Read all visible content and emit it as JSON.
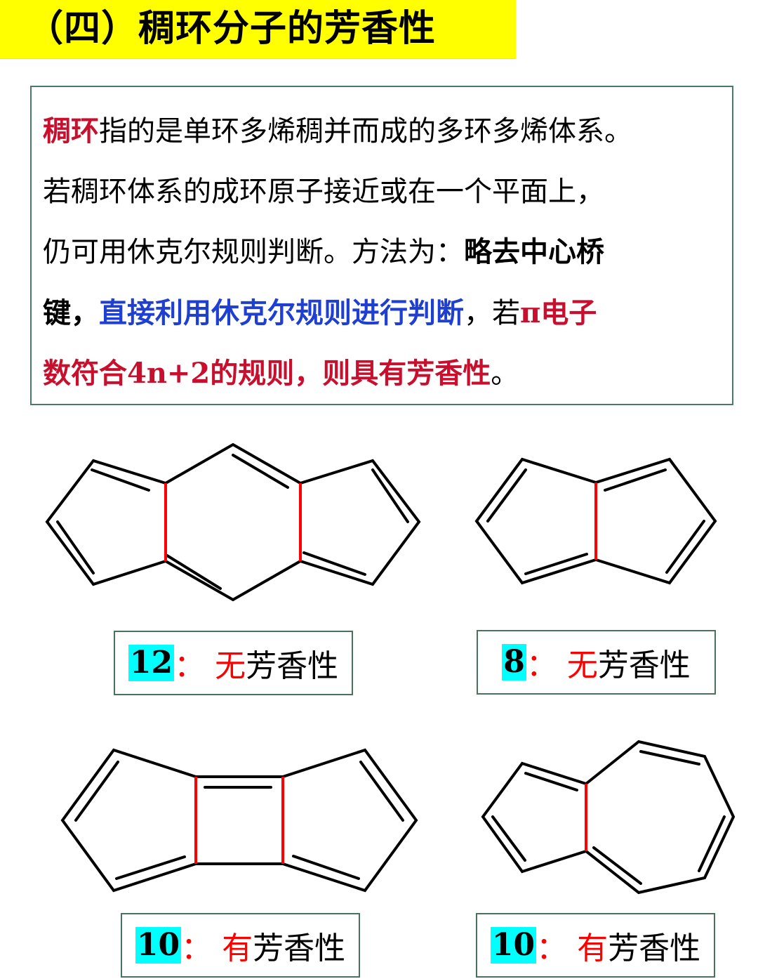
{
  "title": "（四）稠环分子的芳香性",
  "definition": {
    "line1": {
      "red": "稠环",
      "rest": "指的是单环多烯稠并而成的多环多烯体系。"
    },
    "line2": "若稠环体系的成环原子接近或在一个平面上，",
    "line3": {
      "normal": "仍可用休克尔规则判断。方法为：",
      "bold": "略去中心桥"
    },
    "line4": {
      "bold_black": "键，",
      "blue": "直接利用休克尔规则进行判断",
      "black": "，若",
      "red": "π电子"
    },
    "line5": {
      "red": "数符合4n+2的规则，则具有芳香性",
      "black": "。"
    }
  },
  "colors": {
    "title_bg": "#ffff00",
    "red": "#c8102e",
    "blue": "#1f3fd0",
    "bridge_bond": "#ff0000",
    "highlight": "#00ffff"
  },
  "molecules": [
    {
      "name": "dicyclopenta-benzene",
      "pi_electrons": "12",
      "colon": "：",
      "verdict_prefix": "无",
      "verdict_suffix": "芳香性"
    },
    {
      "name": "pentalene",
      "pi_electrons": "8",
      "colon": "：",
      "verdict_prefix": "无",
      "verdict_suffix": "芳香性"
    },
    {
      "name": "cyclobutadiene-dicyclopentadiene",
      "pi_electrons": "10",
      "colon": "：",
      "verdict_prefix": "有",
      "verdict_suffix": "芳香性"
    },
    {
      "name": "azulene",
      "pi_electrons": "10",
      "colon": "：",
      "verdict_prefix": "有",
      "verdict_suffix": "芳香性"
    }
  ]
}
